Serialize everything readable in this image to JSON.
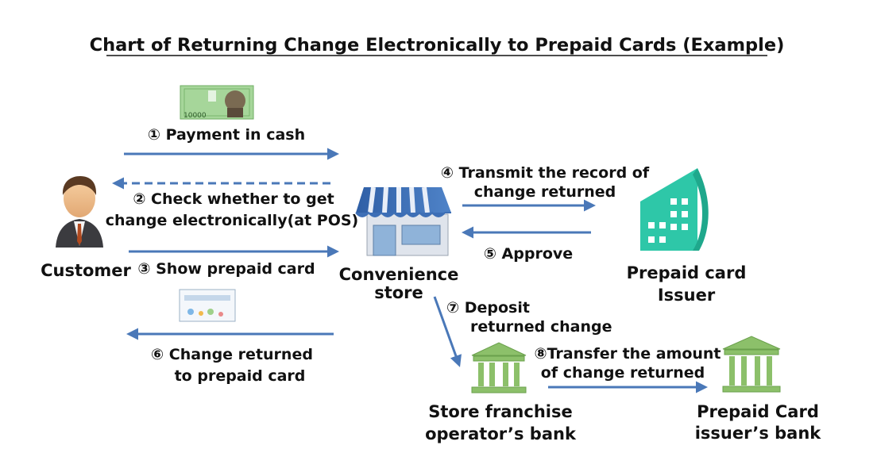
{
  "title": "Chart of Returning Change Electronically to Prepaid Cards (Example)",
  "nodes": {
    "customer": "Customer",
    "store": [
      "Convenience",
      "store"
    ],
    "issuer": [
      "Prepaid card",
      "Issuer"
    ],
    "franchise_bank": [
      "Store franchise",
      "operator’s bank"
    ],
    "issuer_bank": [
      "Prepaid Card",
      "issuer’s bank"
    ]
  },
  "steps": [
    {
      "num": "①",
      "lines": [
        "Payment in cash"
      ]
    },
    {
      "num": "②",
      "lines": [
        "Check whether to get",
        "change electronically(at POS)"
      ]
    },
    {
      "num": "③",
      "lines": [
        "Show prepaid card"
      ]
    },
    {
      "num": "④",
      "lines": [
        "Transmit the record of",
        "change returned"
      ]
    },
    {
      "num": "⑤",
      "lines": [
        "Approve"
      ]
    },
    {
      "num": "⑥",
      "lines": [
        "Change returned",
        "to prepaid card"
      ]
    },
    {
      "num": "⑦",
      "lines": [
        "Deposit",
        "returned change"
      ]
    },
    {
      "num": "⑧",
      "lines": [
        "Transfer the amount",
        "of change returned"
      ]
    }
  ],
  "banknote_text": "10000",
  "colors": {
    "arrow": "#4a78b8",
    "bank_green": "#8cc06a",
    "issuer_teal": "#2ec7a8",
    "awning_blue": "#3d6fb6",
    "banknote_green": "#8ac47a"
  }
}
